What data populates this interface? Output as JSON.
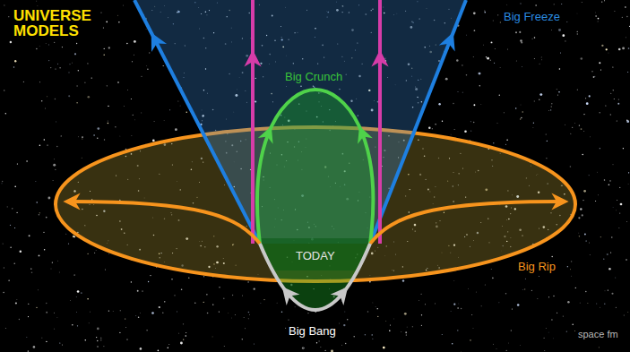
{
  "diagram": {
    "title": "UNIVERSE MODELS",
    "labels": [
      "Big Freeze",
      "Big Crunch",
      "TODAY",
      "Big Rip",
      "Big Bang",
      "space fm"
    ]
  }
}
